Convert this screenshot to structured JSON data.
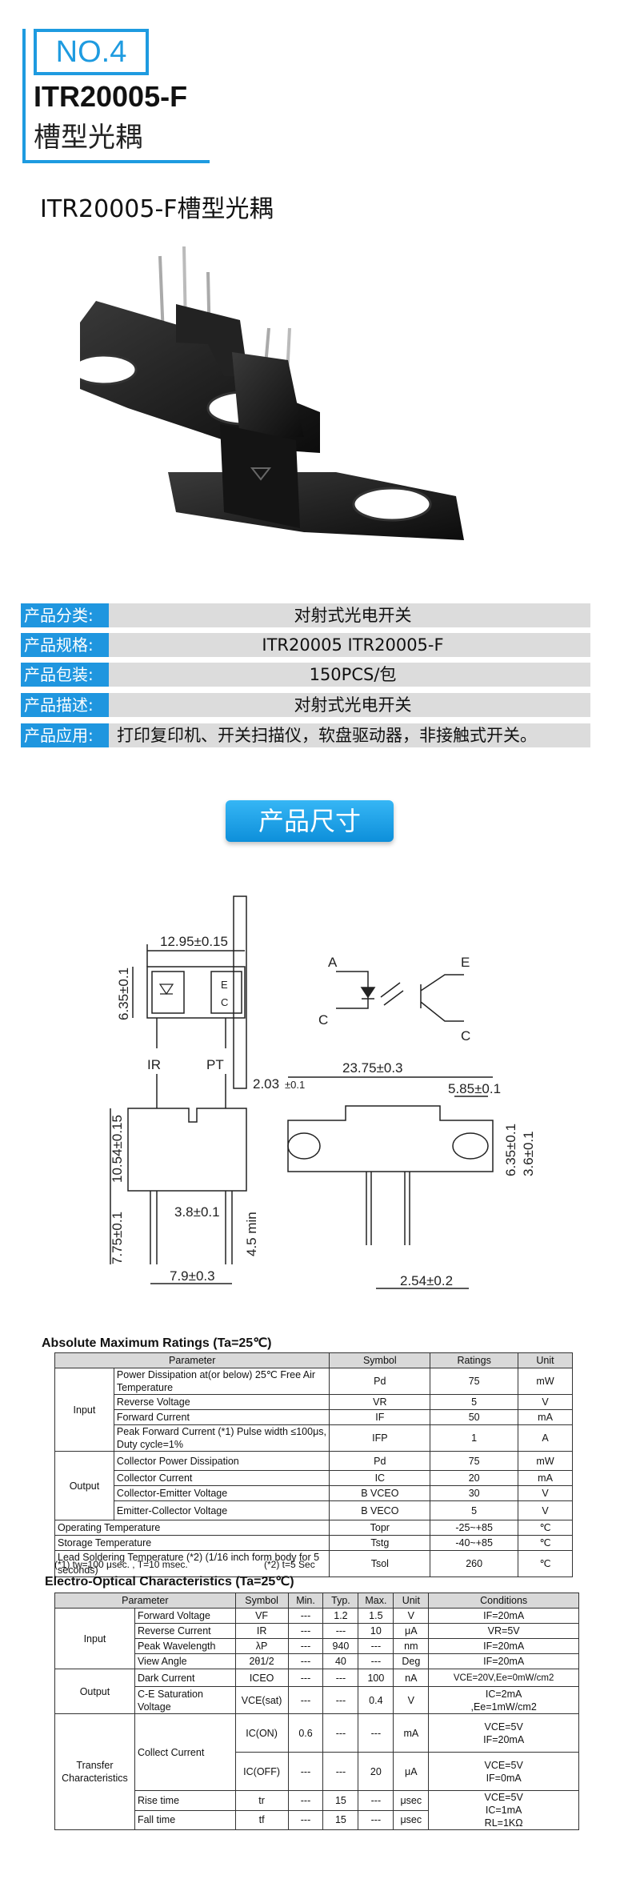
{
  "header": {
    "badge": "NO.4",
    "model": "ITR20005-F",
    "model_cn": "槽型光耦",
    "subtitle": "ITR20005-F槽型光耦"
  },
  "colors": {
    "accent": "#1e9be0",
    "row_bg": "#dcdcdc"
  },
  "specs": [
    {
      "key": "产品分类:",
      "value": "对射式光电开关"
    },
    {
      "key": "产品规格:",
      "value": "ITR20005   ITR20005-F"
    },
    {
      "key": "产品包装:",
      "value": "150PCS/包"
    },
    {
      "key": "产品描述:",
      "value": "对射式光电开关"
    },
    {
      "key": "产品应用:",
      "value": "打印复印机、开关扫描仪，软盘驱动器，非接触式开关。"
    }
  ],
  "dim_button": "产品尺寸",
  "drawing": {
    "w1": "12.95±0.15",
    "h1": "6.35±0.1",
    "label_ir": "IR",
    "label_pt": "PT",
    "label_e": "E",
    "label_c": "C",
    "d203": "2.03",
    "d203b": "±0.1",
    "h1054": "10.54±0.15",
    "w38": "3.8±0.1",
    "h775": "7.75±0.1",
    "h45": "4.5 min",
    "w79": "7.9±0.3",
    "w2375": "23.75±0.3",
    "w585": "5.85±0.1",
    "h635b": "6.35±0.1",
    "h36": "3.6±0.1",
    "w254": "2.54±0.2",
    "sym_a": "A",
    "sym_c1": "C",
    "sym_e": "E",
    "sym_c2": "C"
  },
  "abs_max": {
    "title": "Absolute Maximum Ratings (Ta=25℃)",
    "headers": [
      "Parameter",
      "Symbol",
      "Ratings",
      "Unit"
    ],
    "groups": {
      "input": "Input",
      "output": "Output"
    },
    "rows": [
      {
        "param": "Power Dissipation at(or below) 25℃ Free Air Temperature",
        "sym": "Pd",
        "val": "75",
        "unit": "mW"
      },
      {
        "param": "Reverse Voltage",
        "sym": "VR",
        "val": "5",
        "unit": "V"
      },
      {
        "param": "Forward Current",
        "sym": "IF",
        "val": "50",
        "unit": "mA"
      },
      {
        "param": "Peak Forward Current (*1) Pulse width ≤100μs, Duty cycle=1%",
        "sym": "IFP",
        "val": "1",
        "unit": "A"
      },
      {
        "param": "Collector Power Dissipation",
        "sym": "Pd",
        "val": "75",
        "unit": "mW"
      },
      {
        "param": "Collector Current",
        "sym": "IC",
        "val": "20",
        "unit": "mA"
      },
      {
        "param": "Collector-Emitter Voltage",
        "sym": "B VCEO",
        "val": "30",
        "unit": "V"
      },
      {
        "param": "Emitter-Collector Voltage",
        "sym": "B VECO",
        "val": "5",
        "unit": "V"
      },
      {
        "param": "Operating Temperature",
        "sym": "Topr",
        "val": "-25~+85",
        "unit": "℃"
      },
      {
        "param": "Storage Temperature",
        "sym": "Tstg",
        "val": "-40~+85",
        "unit": "℃"
      },
      {
        "param": "Lead Soldering Temperature (*2) (1/16 inch form body for 5 seconds)",
        "sym": "Tsol",
        "val": "260",
        "unit": "℃"
      }
    ],
    "note1": "(*1)     tw=100 μsec. ,     T=10 msec.",
    "note2": "(*2)     t=5 Sec"
  },
  "eo": {
    "title": "Electro-Optical Characteristics (Ta=25℃)",
    "headers": [
      "Parameter",
      "Symbol",
      "Min.",
      "Typ.",
      "Max.",
      "Unit",
      "Conditions"
    ],
    "groups": {
      "input": "Input",
      "output": "Output",
      "transfer": "Transfer Characteristics",
      "collect": "Collect Current"
    },
    "rows": [
      {
        "param": "Forward Voltage",
        "sym": "VF",
        "min": "---",
        "typ": "1.2",
        "max": "1.5",
        "unit": "V",
        "cond": "IF=20mA"
      },
      {
        "param": "Reverse Current",
        "sym": "IR",
        "min": "---",
        "typ": "---",
        "max": "10",
        "unit": "μA",
        "cond": "VR=5V"
      },
      {
        "param": "Peak Wavelength",
        "sym": "λP",
        "min": "---",
        "typ": "940",
        "max": "---",
        "unit": "nm",
        "cond": "IF=20mA"
      },
      {
        "param": "View Angle",
        "sym": "2θ1/2",
        "min": "---",
        "typ": "40",
        "max": "---",
        "unit": "Deg",
        "cond": "IF=20mA"
      },
      {
        "param": "Dark Current",
        "sym": "ICEO",
        "min": "---",
        "typ": "---",
        "max": "100",
        "unit": "nA",
        "cond": "VCE=20V,Ee=0mW/cm2"
      },
      {
        "param": "C-E Saturation Voltage",
        "sym": "VCE(sat)",
        "min": "---",
        "typ": "---",
        "max": "0.4",
        "unit": "V",
        "cond1": "IC=2mA",
        "cond2": ",Ee=1mW/cm2"
      },
      {
        "sym": "IC(ON)",
        "min": "0.6",
        "typ": "---",
        "max": "---",
        "unit": "mA",
        "cond1": "VCE=5V",
        "cond2": "IF=20mA"
      },
      {
        "sym": "IC(OFF)",
        "min": "---",
        "typ": "---",
        "max": "20",
        "unit": "μA",
        "cond1": "VCE=5V",
        "cond2": "IF=0mA"
      },
      {
        "param": "Rise time",
        "sym": "tr",
        "min": "---",
        "typ": "15",
        "max": "---",
        "unit": "μsec",
        "cond1": "VCE=5V",
        "cond2": "IC=1mA",
        "cond3": "RL=1KΩ"
      },
      {
        "param": "Fall time",
        "sym": "tf",
        "min": "---",
        "typ": "15",
        "max": "---",
        "unit": "μsec"
      }
    ]
  }
}
